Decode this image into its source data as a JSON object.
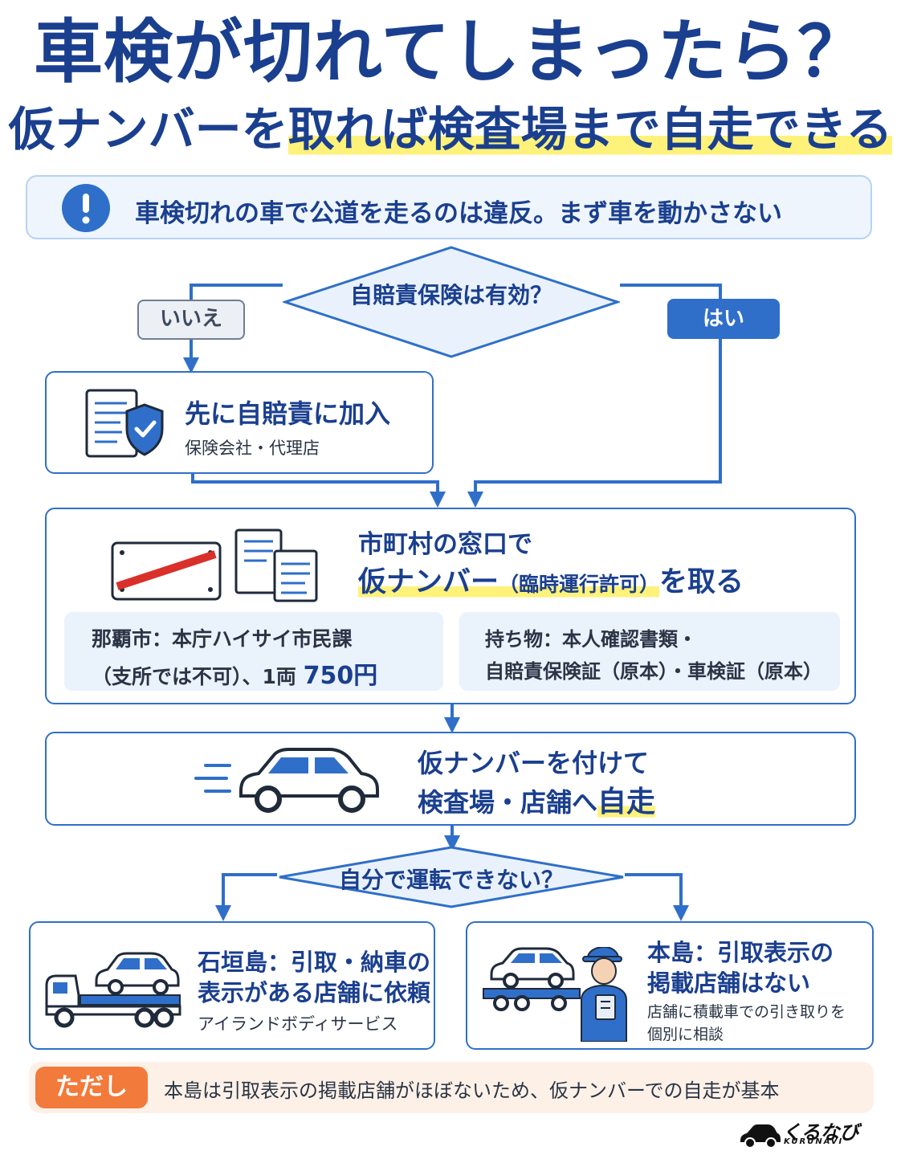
{
  "title": {
    "line1": "車検が切れてしまったら？",
    "line2_plain": "仮ナンバーを",
    "line2_highlight": "取れば検査場まで自走できる"
  },
  "warning": {
    "text": "車検切れの車で公道を走るのは違反。まず車を動かさない",
    "icon": "exclamation-icon"
  },
  "decision1": {
    "question": "自賠責保険は有効？",
    "no_label": "いいえ",
    "yes_label": "はい"
  },
  "step_insurance": {
    "title": "先に自賠責に加入",
    "sub": "保険会社・代理店",
    "icon": "document-shield-icon"
  },
  "step_number": {
    "line1": "市町村の窓口で",
    "line2_a": "仮ナンバー",
    "line2_b": "（臨時運行許可）",
    "line2_c": "を取る",
    "naha_line1": "那覇市：本庁ハイサイ市民課",
    "naha_line2_a": "（支所では不可）、1両 ",
    "naha_fee": "750円",
    "items_line1": "持ち物：本人確認書類・",
    "items_line2": "自賠責保険証（原本）・車検証（原本）",
    "icon": "license-plate-icon"
  },
  "step_drive": {
    "line1": "仮ナンバーを付けて",
    "line2_a": "検査場・店舗へ",
    "line2_b": "自走",
    "icon": "car-icon"
  },
  "decision2": {
    "question": "自分で運転できない？"
  },
  "option_ishigaki": {
    "title1": "石垣島：引取・納車の",
    "title2": "表示がある店舗に依頼",
    "sub": "アイランドボディサービス",
    "icon": "tow-truck-icon"
  },
  "option_mainland": {
    "title1": "本島：引取表示の",
    "title2": "掲載店舗はない",
    "sub1": "店舗に積載車での引き取りを",
    "sub2": "個別に相談",
    "icon": "mechanic-icon"
  },
  "caveat": {
    "badge": "ただし",
    "text": "本島は引取表示の掲載店舗がほぼないため、仮ナンバーでの自走が基本"
  },
  "brand": {
    "name": "くるなび",
    "sub": "KURUNAVI"
  },
  "colors": {
    "primary": "#2f6fc9",
    "navy": "#1a3f8f",
    "highlight": "#fff27a",
    "caveat": "#f27a3b"
  }
}
